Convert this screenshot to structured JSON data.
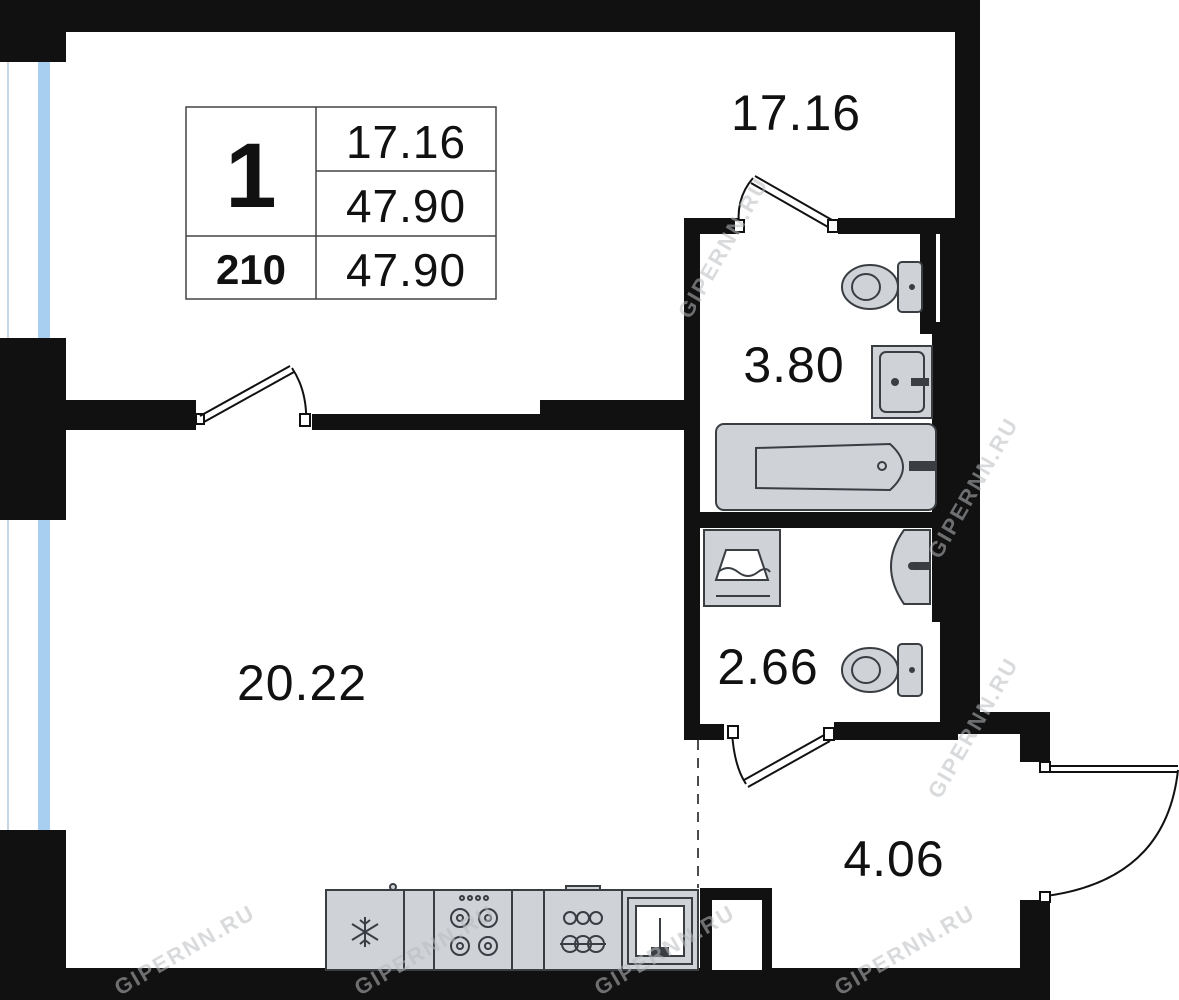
{
  "plan": {
    "info": {
      "rooms": "1",
      "number": "210",
      "living_area": "17.16",
      "total_area": "47.90",
      "total_area_2": "47.90"
    },
    "rooms": {
      "bedroom": "17.16",
      "bathroom": "3.80",
      "toilet": "2.66",
      "hall": "4.06",
      "kitchen_living": "20.22"
    },
    "watermark": "GIPERNN.RU",
    "colors": {
      "wall": "#111111",
      "fixture_fill": "#cfd3d8",
      "fixture_stroke": "#3a3d42",
      "window_glass": "#a9cff0",
      "background": "#ffffff"
    }
  }
}
